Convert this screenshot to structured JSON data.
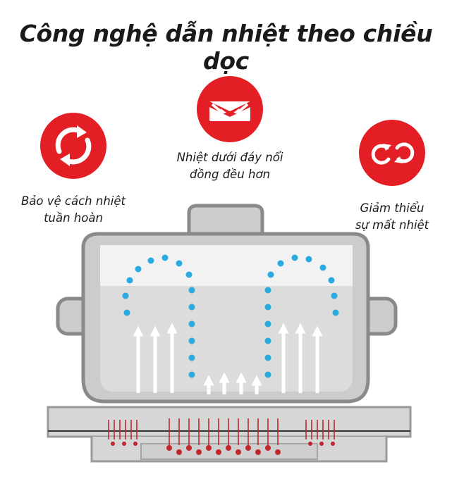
{
  "title": "Công nghệ dẫn nhiệt theo chiều dọc",
  "features": [
    {
      "icon": "circular-arrows-icon",
      "label_lines": [
        "Bảo vệ cách nhiệt",
        "tuần hoàn"
      ]
    },
    {
      "icon": "heat-converge-icon",
      "label_lines": [
        "Nhiệt dưới đáy nổi",
        "đồng đều hơn"
      ]
    },
    {
      "icon": "heat-loop-icon",
      "label_lines": [
        "Giảm thiểu",
        "sự mất nhiệt"
      ]
    }
  ],
  "colors": {
    "accent_red": "#e31e24",
    "pot_outline": "#8a8a8a",
    "water": "#d9d9d9",
    "steam_dot": "#29abe2",
    "stove": "#d6d6d6",
    "heat": "#c1272d"
  }
}
